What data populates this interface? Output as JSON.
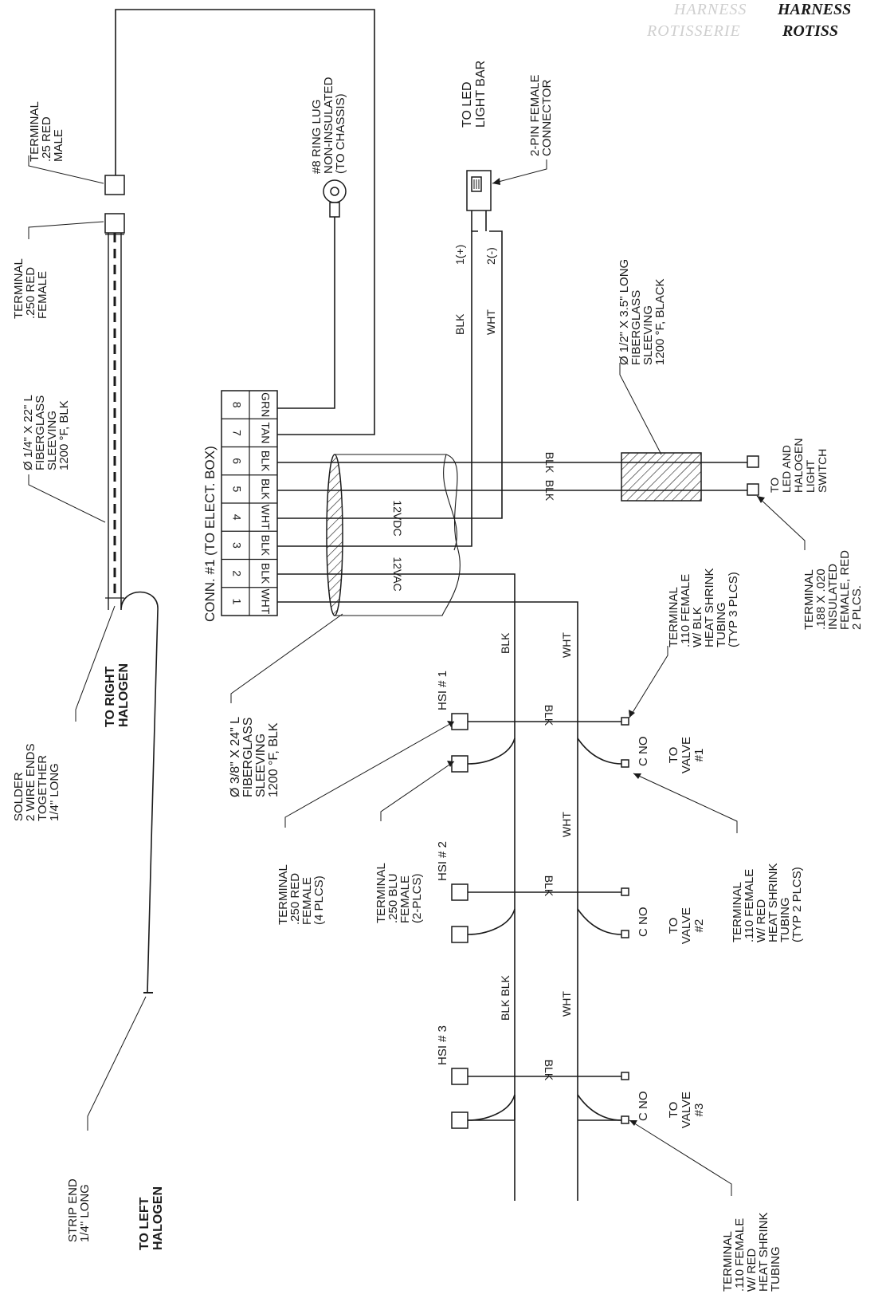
{
  "header": {
    "ghost_line1": "HARNESS",
    "title_line1": "HARNESS",
    "ghost_line2": "ROTISSERIE",
    "title_line2": "ROTISS"
  },
  "connector": {
    "title": "CONN. #1 (TO ELECT. BOX)",
    "pins": [
      "1",
      "2",
      "3",
      "4",
      "5",
      "6",
      "7",
      "8"
    ],
    "wires": [
      "WHT",
      "BLK",
      "BLK",
      "WHT",
      "BLK",
      "BLK",
      "TAN",
      "GRN"
    ]
  },
  "labels": {
    "terminal_25_male": [
      "TERMINAL",
      ".25 RED",
      "MALE"
    ],
    "terminal_250_female_top": [
      "TERMINAL",
      ".250 RED",
      "FEMALE"
    ],
    "sleeving_quarter": [
      "Ø 1/4\" X 22\" L",
      "FIBERGLASS",
      "SLEEVING",
      "1200 °F, BLK"
    ],
    "solder": [
      "SOLDER",
      "2 WIRE ENDS",
      "TOGETHER",
      "1/4\" LONG"
    ],
    "right_halogen": [
      "TO RIGHT",
      "HALOGEN"
    ],
    "strip_end": [
      "STRIP END",
      "1/4\" LONG"
    ],
    "left_halogen": [
      "TO LEFT",
      "HALOGEN"
    ],
    "ring_lug": [
      "#8 RING LUG",
      "NON-INSULATED",
      "(TO CHASSIS)"
    ],
    "led_bar": [
      "TO LED",
      "LIGHT BAR"
    ],
    "two_pin": [
      "2-PIN FEMALE",
      "CONNECTOR"
    ],
    "pin_plus": "1(+)",
    "pin_minus": "2(-)",
    "led_blk": "BLK",
    "led_wht": "WHT",
    "sleeving_half": [
      "Ø 1/2\" X 3.5\" LONG",
      "FIBERGLASS",
      "SLEEVING",
      "1200 °F, BLACK"
    ],
    "switch_blk_1": "BLK",
    "switch_blk_2": "BLK",
    "to_switch": [
      "TO",
      "LED AND",
      "HALOGEN",
      "LIGHT",
      "SWITCH"
    ],
    "terminal_188": [
      "TERMINAL",
      ".188 X .020",
      "INSULATED",
      "FEMALE, RED",
      "2 PLCS."
    ],
    "vdc": "12VDC",
    "vac": "12VAC",
    "sleeving_38": [
      "Ø 3/8\" X 24\" L",
      "FIBERGLASS",
      "SLEEVING",
      "1200 °F, BLK"
    ],
    "terminal_110_blk": [
      "TERMINAL",
      ".110 FEMALE",
      "W/ BLK",
      "HEAT SHRINK",
      "TUBING",
      "(TYP 3 PLCS)"
    ],
    "terminal_250_red4": [
      "TERMINAL",
      ".250 RED",
      "FEMALE",
      "(4 PLCS)"
    ],
    "terminal_250_blu": [
      "TERMINAL",
      ".250 BLU",
      "FEMALE",
      "(2-PLCS)"
    ],
    "terminal_110_red2": [
      "TERMINAL",
      ".110 FEMALE",
      "W/ RED",
      "HEAT SHRINK",
      "TUBING",
      "(TYP 2 PLCS)"
    ],
    "terminal_110_red": [
      "TERMINAL",
      ".110 FEMALE",
      "W/ RED",
      "HEAT SHRINK",
      "TUBING"
    ],
    "main_blk": "BLK",
    "main_wht": "WHT",
    "blk_blk": "BLK BLK",
    "wht_mid": "WHT",
    "wht_low": "WHT",
    "hsi": [
      "HSI # 1",
      "HSI # 2",
      "HSI # 3"
    ],
    "valve_blk": [
      "BLK",
      "BLK",
      "BLK"
    ],
    "c_no": "C  NO",
    "valves": [
      [
        "TO",
        "VALVE",
        "#1"
      ],
      [
        "TO",
        "VALVE",
        "#2"
      ],
      [
        "TO",
        "VALVE",
        "#3"
      ]
    ]
  }
}
